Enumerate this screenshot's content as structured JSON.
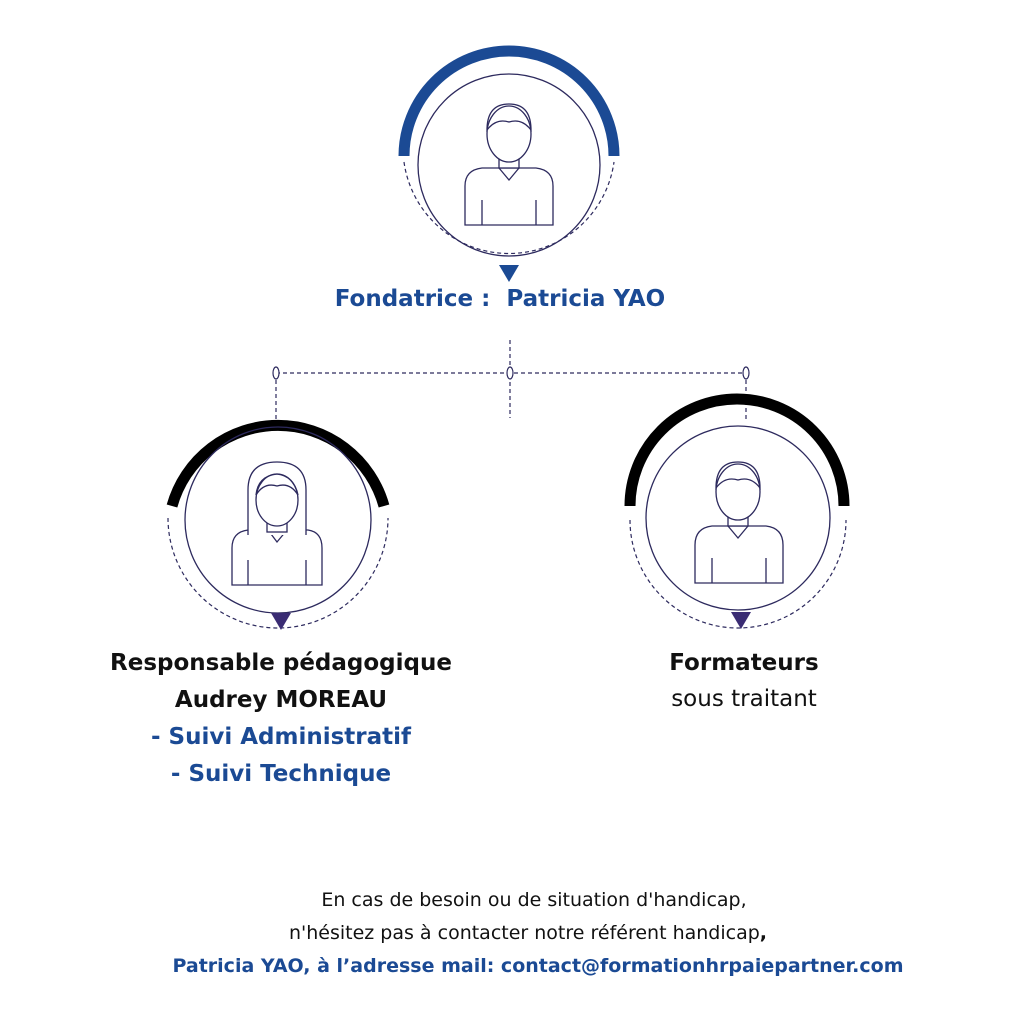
{
  "colors": {
    "accent_blue": "#1b4a94",
    "arc_black": "#000000",
    "line_navy": "#2d2a5e",
    "text_dark": "#111111"
  },
  "nodes": {
    "founder": {
      "icon": "man-avatar-icon",
      "role_label": "Fondatrice :",
      "name": "Patricia YAO"
    },
    "pedagogical_manager": {
      "icon": "woman-avatar-icon",
      "role_label": "Responsable pédagogique",
      "name": "Audrey MOREAU",
      "duties": [
        "- Suivi Administratif",
        "- Suivi Technique"
      ]
    },
    "trainers": {
      "icon": "man-avatar-icon",
      "role_label": "Formateurs",
      "subtitle": "sous traitant"
    }
  },
  "footer": {
    "line1": "En cas de besoin ou de situation d'handicap,",
    "line2": "n'hésitez pas à contacter notre référent handicap",
    "line2_comma": ",",
    "line3": "Patricia YAO, à l’adresse mail: contact@formationhrpaiepartner.com"
  }
}
